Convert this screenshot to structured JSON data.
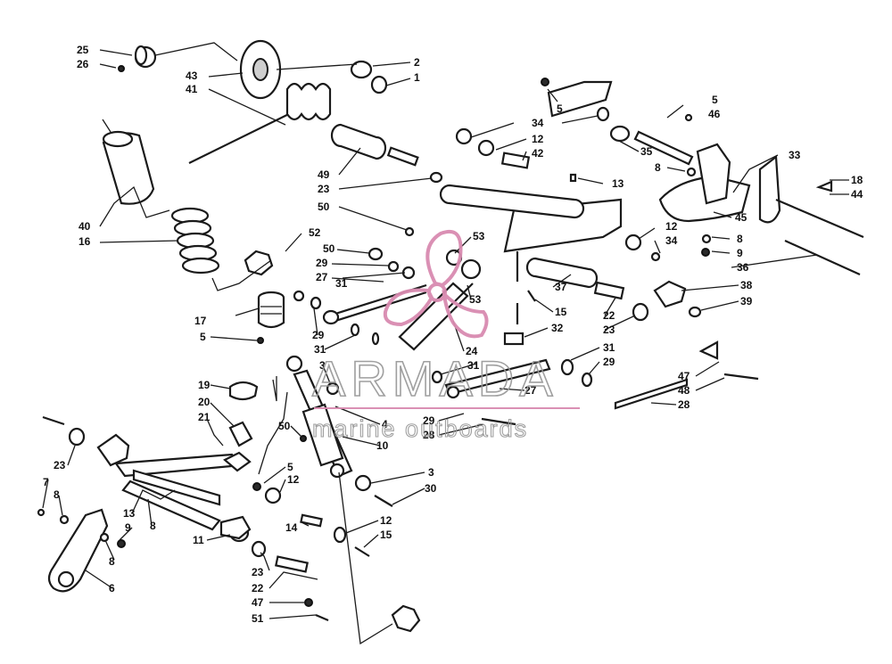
{
  "watermark": {
    "brand": "ARMADA",
    "tagline": "marine outboards",
    "logo_color": "#d98bb0",
    "text_color": "#9a9a9a"
  },
  "callouts": [
    {
      "id": "c-25a",
      "text": "25"
    },
    {
      "id": "c-26a",
      "text": "26"
    },
    {
      "id": "c-43",
      "text": "43"
    },
    {
      "id": "c-41",
      "text": "41"
    },
    {
      "id": "c-2",
      "text": "2"
    },
    {
      "id": "c-1",
      "text": "1"
    },
    {
      "id": "c-49",
      "text": "49"
    },
    {
      "id": "c-23a",
      "text": "23"
    },
    {
      "id": "c-40",
      "text": "40"
    },
    {
      "id": "c-16",
      "text": "16"
    },
    {
      "id": "c-5a",
      "text": "5"
    },
    {
      "id": "c-34a",
      "text": "34"
    },
    {
      "id": "c-12a",
      "text": "12"
    },
    {
      "id": "c-42",
      "text": "42"
    },
    {
      "id": "c-5b",
      "text": "5"
    },
    {
      "id": "c-46",
      "text": "46"
    },
    {
      "id": "c-35",
      "text": "35"
    },
    {
      "id": "c-8a",
      "text": "8"
    },
    {
      "id": "c-13a",
      "text": "13"
    },
    {
      "id": "c-33",
      "text": "33"
    },
    {
      "id": "c-18",
      "text": "18"
    },
    {
      "id": "c-44",
      "text": "44"
    },
    {
      "id": "c-45",
      "text": "45"
    },
    {
      "id": "c-8b",
      "text": "8"
    },
    {
      "id": "c-9a",
      "text": "9"
    },
    {
      "id": "c-36",
      "text": "36"
    },
    {
      "id": "c-50a",
      "text": "50"
    },
    {
      "id": "c-53a",
      "text": "53"
    },
    {
      "id": "c-52",
      "text": "52"
    },
    {
      "id": "c-50b",
      "text": "50"
    },
    {
      "id": "c-29a",
      "text": "29"
    },
    {
      "id": "c-27a",
      "text": "27"
    },
    {
      "id": "c-31a",
      "text": "31"
    },
    {
      "id": "c-12b",
      "text": "12"
    },
    {
      "id": "c-34b",
      "text": "34"
    },
    {
      "id": "c-37",
      "text": "37"
    },
    {
      "id": "c-38",
      "text": "38"
    },
    {
      "id": "c-39",
      "text": "39"
    },
    {
      "id": "c-53b",
      "text": "53"
    },
    {
      "id": "c-15a",
      "text": "15"
    },
    {
      "id": "c-22a",
      "text": "22"
    },
    {
      "id": "c-23b",
      "text": "23"
    },
    {
      "id": "c-17",
      "text": "17"
    },
    {
      "id": "c-5c",
      "text": "5"
    },
    {
      "id": "c-29b",
      "text": "29"
    },
    {
      "id": "c-31b",
      "text": "31"
    },
    {
      "id": "c-32",
      "text": "32"
    },
    {
      "id": "c-24",
      "text": "24"
    },
    {
      "id": "c-31c",
      "text": "31"
    },
    {
      "id": "c-31d",
      "text": "31"
    },
    {
      "id": "c-29c",
      "text": "29"
    },
    {
      "id": "c-3a",
      "text": "3"
    },
    {
      "id": "c-27b",
      "text": "27"
    },
    {
      "id": "c-47a",
      "text": "47"
    },
    {
      "id": "c-48",
      "text": "48"
    },
    {
      "id": "c-19",
      "text": "19"
    },
    {
      "id": "c-20",
      "text": "20"
    },
    {
      "id": "c-21",
      "text": "21"
    },
    {
      "id": "c-29d",
      "text": "29"
    },
    {
      "id": "c-28a",
      "text": "28"
    },
    {
      "id": "c-28b",
      "text": "28"
    },
    {
      "id": "c-50c",
      "text": "50"
    },
    {
      "id": "c-4",
      "text": "4"
    },
    {
      "id": "c-10",
      "text": "10"
    },
    {
      "id": "c-23c",
      "text": "23"
    },
    {
      "id": "c-5d",
      "text": "5"
    },
    {
      "id": "c-12c",
      "text": "12"
    },
    {
      "id": "c-3b",
      "text": "3"
    },
    {
      "id": "c-30",
      "text": "30"
    },
    {
      "id": "c-7",
      "text": "7"
    },
    {
      "id": "c-8c",
      "text": "8"
    },
    {
      "id": "c-13b",
      "text": "13"
    },
    {
      "id": "c-8d",
      "text": "8"
    },
    {
      "id": "c-9b",
      "text": "9"
    },
    {
      "id": "c-14",
      "text": "14"
    },
    {
      "id": "c-12d",
      "text": "12"
    },
    {
      "id": "c-15b",
      "text": "15"
    },
    {
      "id": "c-11",
      "text": "11"
    },
    {
      "id": "c-8e",
      "text": "8"
    },
    {
      "id": "c-23d",
      "text": "23"
    },
    {
      "id": "c-22b",
      "text": "22"
    },
    {
      "id": "c-6",
      "text": "6"
    },
    {
      "id": "c-47b",
      "text": "47"
    },
    {
      "id": "c-51",
      "text": "51"
    }
  ]
}
